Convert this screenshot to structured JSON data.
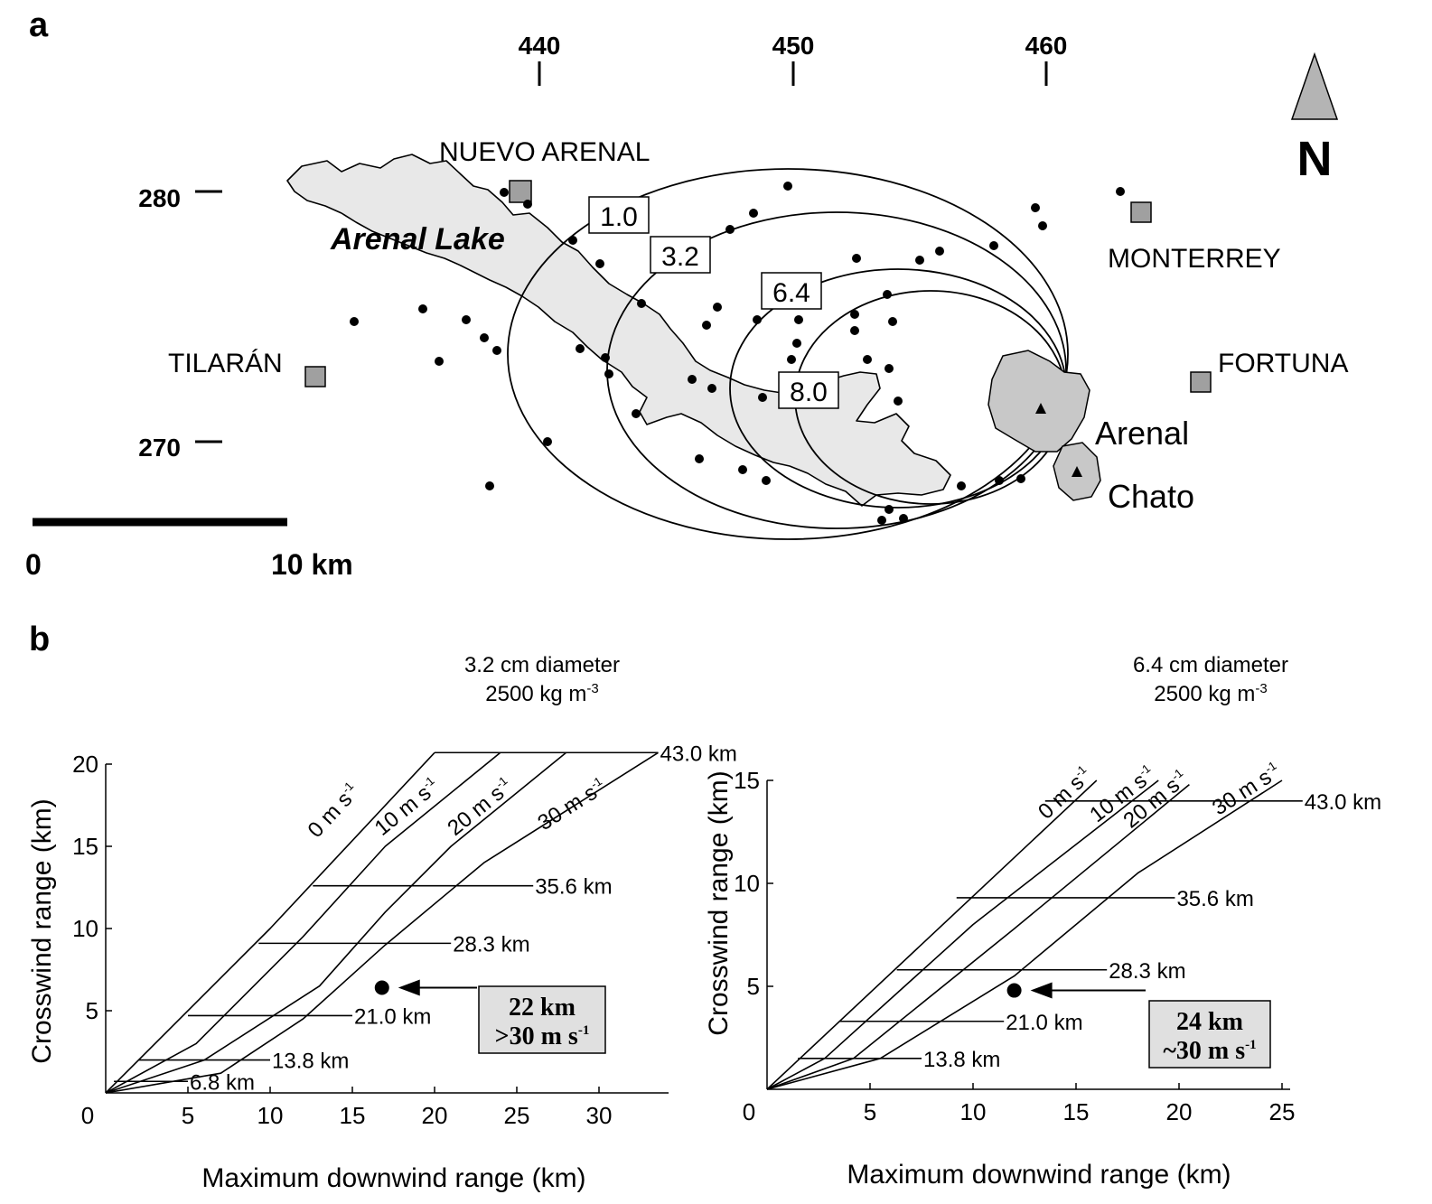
{
  "panel_a": {
    "label": "a",
    "x_ticks": [
      "440",
      "450",
      "460"
    ],
    "y_ticks": [
      "280",
      "270"
    ],
    "north_label": "N",
    "scale_start": "0",
    "scale_end": "10 km",
    "lake_label": "Arenal Lake",
    "towns": [
      "NUEVO ARENAL",
      "MONTERREY",
      "TILARÁN",
      "FORTUNA"
    ],
    "volcanoes": [
      "Arenal",
      "Chato"
    ],
    "isopleth_labels": [
      "1.0",
      "3.2",
      "6.4",
      "8.0"
    ],
    "colors": {
      "lake": "#e8e8e8",
      "volcano": "#c8c8c8",
      "town": "#a0a0a0",
      "north_arrow": "#b4b4b4"
    }
  },
  "panel_b": {
    "label": "b",
    "x_axis_title": "Maximum downwind range (km)",
    "y_axis_title": "Crosswind range (km)"
  },
  "chart_data": [
    {
      "type": "line",
      "title": "3.2 cm diameter",
      "subtitle": "2500 kg m-3",
      "xlabel": "Maximum downwind range (km)",
      "ylabel": "Crosswind range (km)",
      "xlim": [
        0,
        34
      ],
      "ylim": [
        0,
        20
      ],
      "x_ticks": [
        "0",
        "5",
        "10",
        "15",
        "20",
        "25",
        "30"
      ],
      "y_ticks": [
        "5",
        "10",
        "15",
        "20"
      ],
      "wind_curves": [
        {
          "label": "0 m s-1",
          "points": [
            [
              0,
              0
            ],
            [
              10,
              10
            ],
            [
              20,
              20.7
            ]
          ]
        },
        {
          "label": "10 m s-1",
          "points": [
            [
              0,
              0
            ],
            [
              5.5,
              3
            ],
            [
              12,
              9.5
            ],
            [
              17,
              15
            ],
            [
              24,
              20.7
            ]
          ]
        },
        {
          "label": "20 m s-1",
          "points": [
            [
              0,
              0
            ],
            [
              6,
              2
            ],
            [
              13,
              6.5
            ],
            [
              17,
              11
            ],
            [
              21,
              15
            ],
            [
              28,
              20.7
            ]
          ]
        },
        {
          "label": "30 m s-1",
          "points": [
            [
              0,
              0
            ],
            [
              7,
              1.2
            ],
            [
              12,
              4.5
            ],
            [
              17,
              9
            ],
            [
              23,
              14
            ],
            [
              33.6,
              20.7
            ]
          ]
        }
      ],
      "velocity_lines": [
        {
          "label": "6.8 km",
          "y": 0.7,
          "x_start": 0.5,
          "x_end": 5
        },
        {
          "label": "13.8 km",
          "y": 2,
          "x_start": 2,
          "x_end": 10
        },
        {
          "label": "21.0 km",
          "y": 4.7,
          "x_start": 5,
          "x_end": 15
        },
        {
          "label": "28.3 km",
          "y": 9.1,
          "x_start": 9.3,
          "x_end": 21
        },
        {
          "label": "35.6 km",
          "y": 12.6,
          "x_start": 12.6,
          "x_end": 26
        },
        {
          "label": "43.0 km",
          "y": 20.7,
          "x_start": 20,
          "x_end": 33.6
        }
      ],
      "point": {
        "x": 16.8,
        "y": 6.4
      },
      "annotation": {
        "line1": "22 km",
        "line2": ">30 m s-1"
      }
    },
    {
      "type": "line",
      "title": "6.4 cm diameter",
      "subtitle": "2500 kg m-3",
      "xlabel": "Maximum downwind range (km)",
      "ylabel": "Crosswind range (km)",
      "xlim": [
        0,
        25
      ],
      "ylim": [
        0,
        15
      ],
      "x_ticks": [
        "0",
        "5",
        "10",
        "15",
        "20",
        "25"
      ],
      "y_ticks": [
        "5",
        "10",
        "15"
      ],
      "wind_curves": [
        {
          "label": "0 m s-1",
          "points": [
            [
              0,
              0
            ],
            [
              16,
              15
            ]
          ]
        },
        {
          "label": "10 m s-1",
          "points": [
            [
              0,
              0
            ],
            [
              2.8,
              1.5
            ],
            [
              10,
              8
            ],
            [
              19,
              15
            ]
          ]
        },
        {
          "label": "20 m s-1",
          "points": [
            [
              0,
              0
            ],
            [
              4.2,
              1.5
            ],
            [
              12,
              7.8
            ],
            [
              20.5,
              14.8
            ]
          ]
        },
        {
          "label": "30 m s-1",
          "points": [
            [
              0,
              0
            ],
            [
              5.5,
              1.5
            ],
            [
              12,
              5.5
            ],
            [
              18,
              10.5
            ],
            [
              25,
              15
            ]
          ]
        }
      ],
      "velocity_lines": [
        {
          "label": "13.8 km",
          "y": 1.5,
          "x_start": 1.5,
          "x_end": 7.5
        },
        {
          "label": "21.0 km",
          "y": 3.3,
          "x_start": 3.5,
          "x_end": 11.5
        },
        {
          "label": "28.3 km",
          "y": 5.8,
          "x_start": 6.3,
          "x_end": 16.5
        },
        {
          "label": "35.6 km",
          "y": 9.3,
          "x_start": 9.2,
          "x_end": 19.8
        },
        {
          "label": "43.0 km",
          "y": 14,
          "x_start": 13.5,
          "x_end": 26
        }
      ],
      "point": {
        "x": 12,
        "y": 4.8
      },
      "annotation": {
        "line1": "24 km",
        "line2": "~30 m s-1"
      }
    }
  ]
}
